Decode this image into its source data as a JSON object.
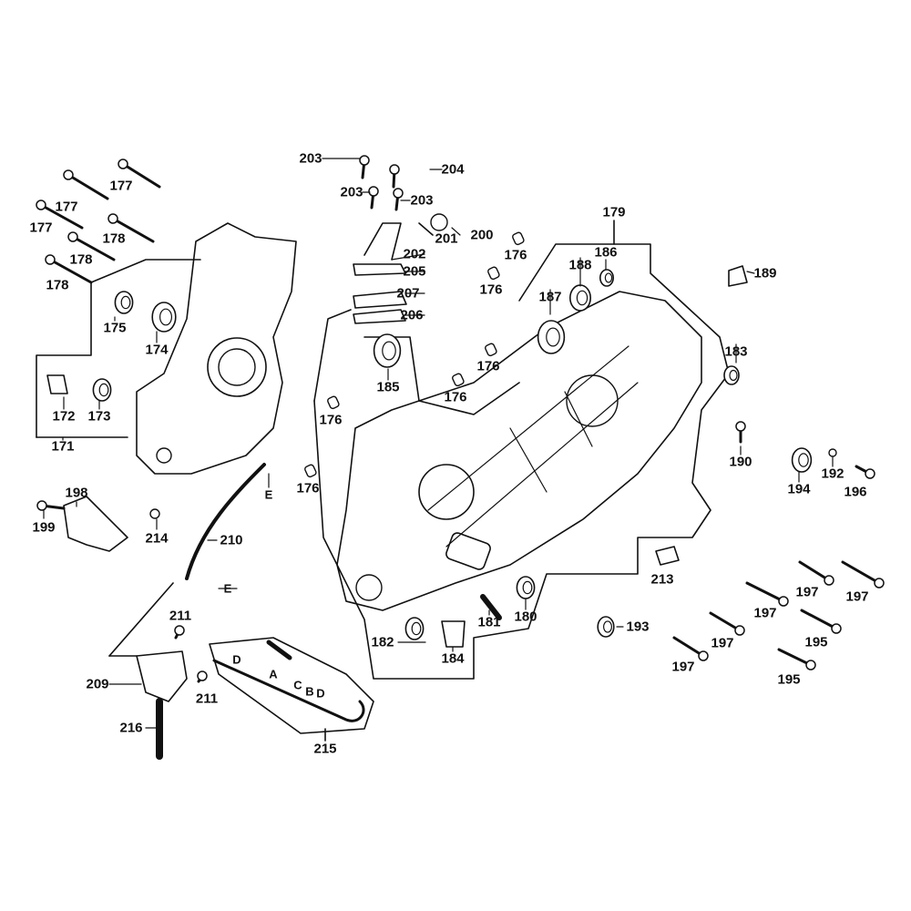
{
  "diagram": {
    "title": "Crankcase exploded parts diagram",
    "parts": [
      {
        "id": "p171",
        "label": "171",
        "name": "left-crankcase-assembly"
      },
      {
        "id": "p172",
        "label": "172",
        "name": "bushing"
      },
      {
        "id": "p173",
        "label": "173",
        "name": "bearing-173"
      },
      {
        "id": "p174",
        "label": "174",
        "name": "ball-bearing-174"
      },
      {
        "id": "p175",
        "label": "175",
        "name": "oil-seal-175"
      },
      {
        "id": "p177a",
        "label": "177",
        "name": "bolt-177"
      },
      {
        "id": "p177b",
        "label": "177",
        "name": "bolt-177"
      },
      {
        "id": "p177c",
        "label": "177",
        "name": "bolt-177"
      },
      {
        "id": "p178a",
        "label": "178",
        "name": "bolt-178"
      },
      {
        "id": "p178b",
        "label": "178",
        "name": "bolt-178"
      },
      {
        "id": "p178c",
        "label": "178",
        "name": "bolt-178"
      },
      {
        "id": "p179",
        "label": "179",
        "name": "right-crankcase-assembly"
      },
      {
        "id": "p180",
        "label": "180",
        "name": "bearing-180"
      },
      {
        "id": "p181",
        "label": "181",
        "name": "pin-181"
      },
      {
        "id": "p182",
        "label": "182",
        "name": "bearing-182"
      },
      {
        "id": "p183",
        "label": "183",
        "name": "bearing-183"
      },
      {
        "id": "p184",
        "label": "184",
        "name": "bushing-184"
      },
      {
        "id": "p185",
        "label": "185",
        "name": "ball-bearing-185"
      },
      {
        "id": "p186",
        "label": "186",
        "name": "oil-seal-186"
      },
      {
        "id": "p187",
        "label": "187",
        "name": "ball-bearing-187"
      },
      {
        "id": "p188",
        "label": "188",
        "name": "ball-bearing-188"
      },
      {
        "id": "p189",
        "label": "189",
        "name": "bracket-189"
      },
      {
        "id": "p190",
        "label": "190",
        "name": "drain-bolt-190"
      },
      {
        "id": "p192",
        "label": "192",
        "name": "washer-192"
      },
      {
        "id": "p193",
        "label": "193",
        "name": "oil-seal-193"
      },
      {
        "id": "p194",
        "label": "194",
        "name": "oil-seal-194"
      },
      {
        "id": "p195a",
        "label": "195",
        "name": "bolt-195"
      },
      {
        "id": "p195b",
        "label": "195",
        "name": "bolt-195"
      },
      {
        "id": "p196",
        "label": "196",
        "name": "bolt-196"
      },
      {
        "id": "p197a",
        "label": "197",
        "name": "bolt-197"
      },
      {
        "id": "p197b",
        "label": "197",
        "name": "bolt-197"
      },
      {
        "id": "p197c",
        "label": "197",
        "name": "bolt-197"
      },
      {
        "id": "p197d",
        "label": "197",
        "name": "bolt-197"
      },
      {
        "id": "p197e",
        "label": "197",
        "name": "bolt-197"
      },
      {
        "id": "p198",
        "label": "198",
        "name": "bracket-198"
      },
      {
        "id": "p199",
        "label": "199",
        "name": "bolt-199"
      },
      {
        "id": "p200",
        "label": "200",
        "name": "cover-assembly-200"
      },
      {
        "id": "p201",
        "label": "201",
        "name": "o-ring-201"
      },
      {
        "id": "p202",
        "label": "202",
        "name": "intake-manifold-202"
      },
      {
        "id": "p203a",
        "label": "203",
        "name": "bolt-203"
      },
      {
        "id": "p203b",
        "label": "203",
        "name": "bolt-203"
      },
      {
        "id": "p203c",
        "label": "203",
        "name": "bolt-203"
      },
      {
        "id": "p204",
        "label": "204",
        "name": "bolt-204"
      },
      {
        "id": "p205",
        "label": "205",
        "name": "gasket-205"
      },
      {
        "id": "p206",
        "label": "206",
        "name": "gasket-206"
      },
      {
        "id": "p207",
        "label": "207",
        "name": "reed-valve-207"
      },
      {
        "id": "p176a",
        "label": "176",
        "name": "dowel-pin-176"
      },
      {
        "id": "p176b",
        "label": "176",
        "name": "dowel-pin-176"
      },
      {
        "id": "p176c",
        "label": "176",
        "name": "dowel-pin-176"
      },
      {
        "id": "p176d",
        "label": "176",
        "name": "dowel-pin-176"
      },
      {
        "id": "p176e",
        "label": "176",
        "name": "dowel-pin-176"
      },
      {
        "id": "p176f",
        "label": "176",
        "name": "dowel-pin-176"
      },
      {
        "id": "p209",
        "label": "209",
        "name": "oil-pump-209"
      },
      {
        "id": "p210",
        "label": "210",
        "name": "hose-210"
      },
      {
        "id": "p211a",
        "label": "211",
        "name": "screw-211"
      },
      {
        "id": "p211b",
        "label": "211",
        "name": "screw-211"
      },
      {
        "id": "p213",
        "label": "213",
        "name": "clamp-213"
      },
      {
        "id": "p214",
        "label": "214",
        "name": "nut-214"
      },
      {
        "id": "p215",
        "label": "215",
        "name": "hose-assembly-215"
      },
      {
        "id": "p216",
        "label": "216",
        "name": "shaft-216"
      }
    ],
    "letter_callouts": [
      {
        "id": "lE1",
        "label": "E"
      },
      {
        "id": "lE2",
        "label": "E"
      },
      {
        "id": "lD1",
        "label": "D"
      },
      {
        "id": "lD2",
        "label": "D"
      },
      {
        "id": "lA",
        "label": "A"
      },
      {
        "id": "lB",
        "label": "B"
      },
      {
        "id": "lC",
        "label": "C"
      }
    ]
  }
}
